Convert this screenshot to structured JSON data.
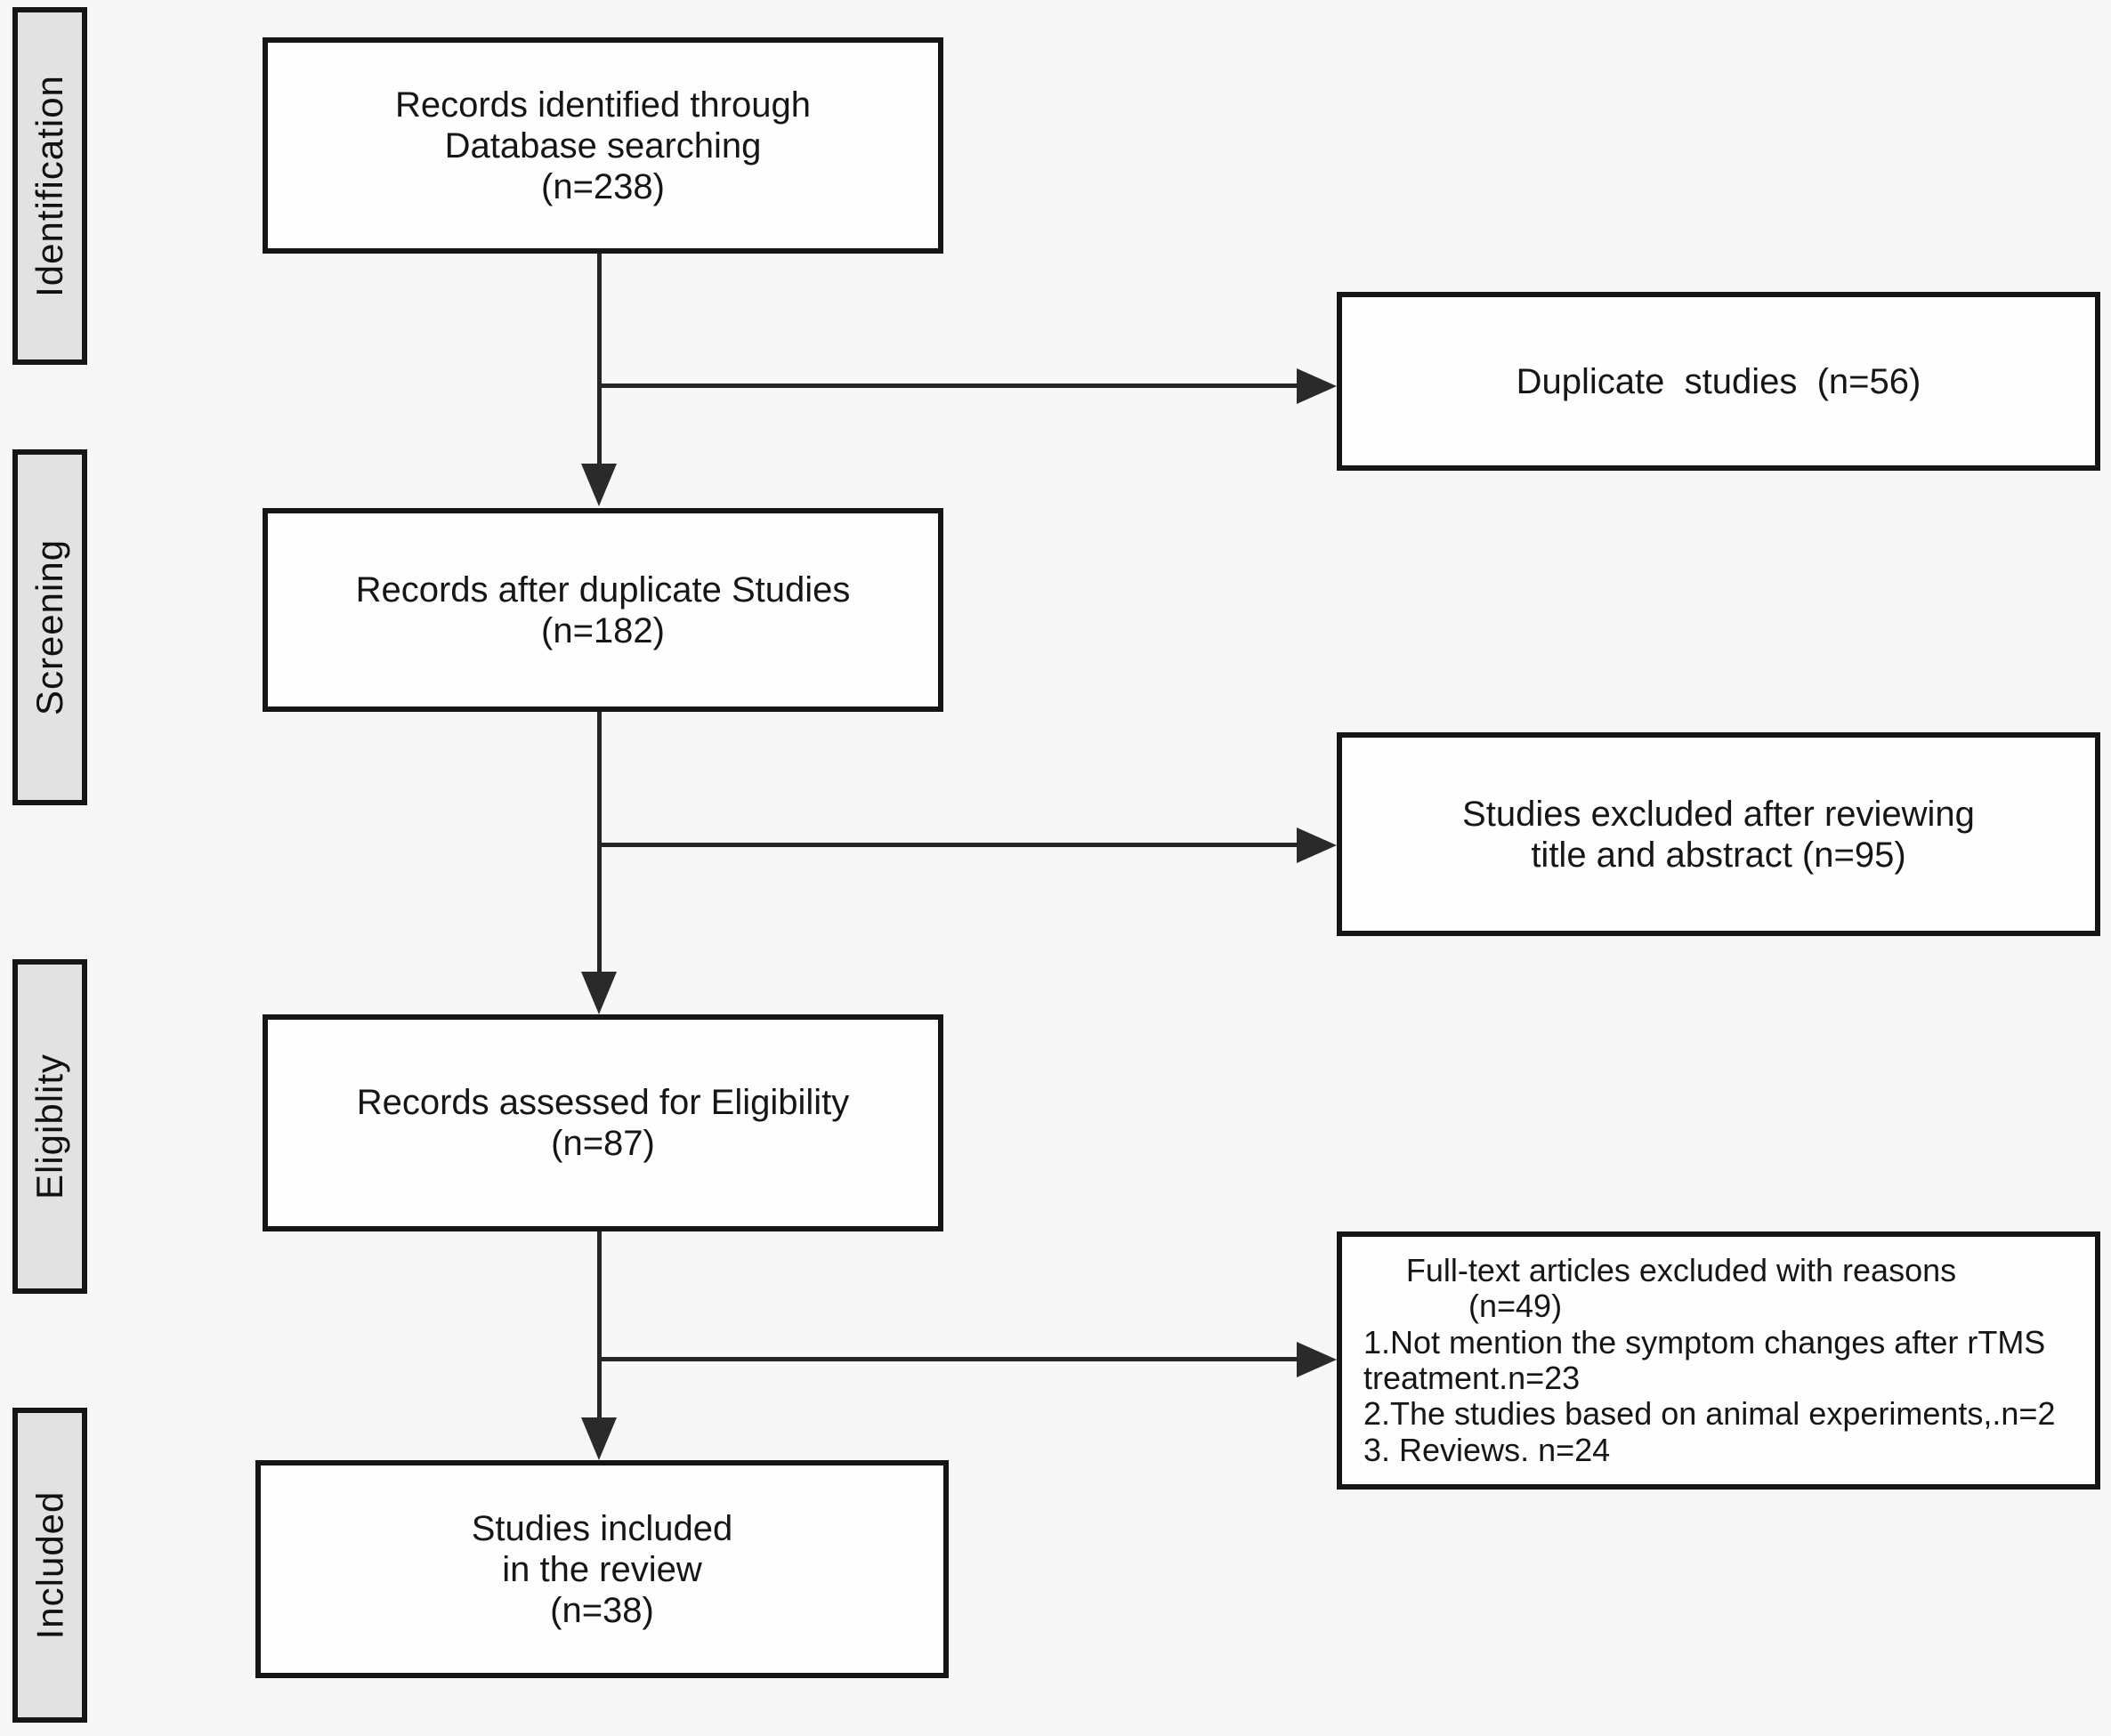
{
  "colors": {
    "background": "#f7f7f7",
    "node_fill": "#fefefe",
    "stage_fill": "#e2e2e2",
    "line_color": "#262626",
    "border_color": "#161616"
  },
  "stages": {
    "identification": "Identification",
    "screening": "Screening",
    "eligibility": "Eligiblity",
    "included": "Included"
  },
  "main_boxes": {
    "identified": {
      "line1": "Records identified through",
      "line2": "Database searching",
      "line3": "(n=238)"
    },
    "after_duplicates": {
      "line1": "Records after duplicate Studies",
      "line2": "(n=182)"
    },
    "assessed": {
      "line1": "Records assessed for Eligibility",
      "line2": "(n=87)"
    },
    "included": {
      "line1": "Studies included",
      "line2": "in the review",
      "line3": "(n=38)"
    }
  },
  "side_boxes": {
    "duplicates": {
      "line1": "Duplicate  studies  (n=56)"
    },
    "title_abstract_excluded": {
      "line1": "Studies excluded after reviewing",
      "line2": "title and abstract (n=95)"
    },
    "fulltext_excluded": {
      "title": "Full-text articles excluded with reasons",
      "count": "(n=49)",
      "reason1a": "1.Not mention the symptom changes after rTMS",
      "reason1b": "treatment.n=23",
      "reason2": "2.The studies based on animal experiments,.n=2",
      "reason3": "3. Reviews. n=24"
    }
  }
}
